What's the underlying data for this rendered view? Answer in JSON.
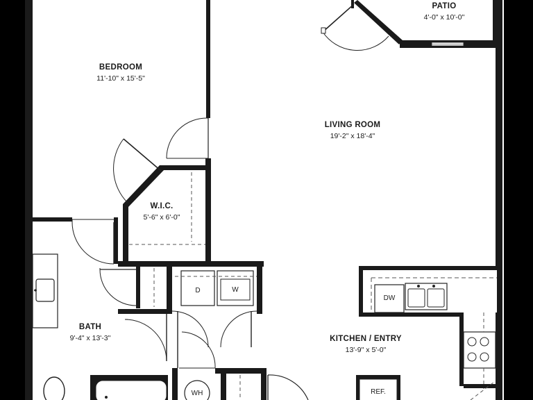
{
  "colors": {
    "background": "#000000",
    "floor": "#ffffff",
    "wall": "#1a1a1a",
    "line": "#222222"
  },
  "rooms": {
    "bedroom": {
      "name": "BEDROOM",
      "dims": "11'-10\" x 15'-5\""
    },
    "patio": {
      "name": "PATIO",
      "dims": "4'-0\" x 10'-0\""
    },
    "living_room": {
      "name": "LIVING ROOM",
      "dims": "19'-2\" x 18'-4\""
    },
    "wic": {
      "name": "W.I.C.",
      "dims": "5'-6\" x 6'-0\""
    },
    "bath": {
      "name": "BATH",
      "dims": "9'-4\" x 13'-3\""
    },
    "kitchen": {
      "name": "KITCHEN / ENTRY",
      "dims": "13'-9\" x 5'-0\""
    }
  },
  "fixtures": {
    "dryer": "D",
    "washer": "W",
    "dishwasher": "DW",
    "water_heater": "WH",
    "refrigerator": "REF."
  }
}
